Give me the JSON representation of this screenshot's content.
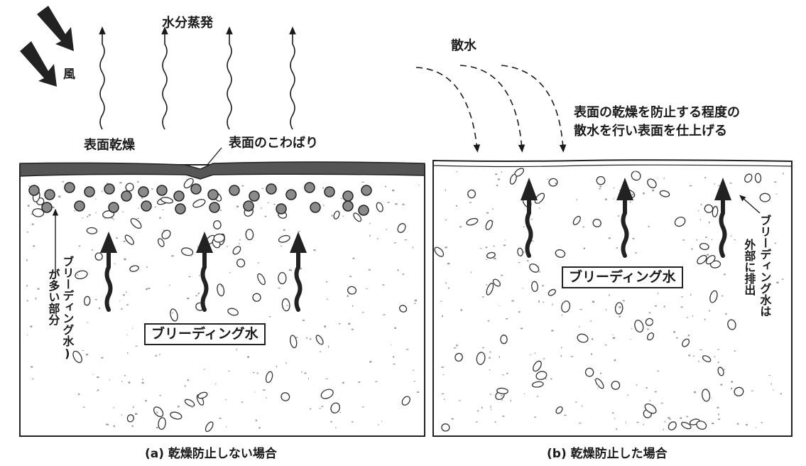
{
  "panel_a": {
    "evaporation_label": "水分蒸発",
    "wind_label": "風",
    "surface_drying_label": "表面乾燥",
    "surface_stiffening_label": "表面のこわばり",
    "bleeding_label": "ブリーディング水",
    "vertical_note_col1": "ブリーディング水)",
    "vertical_note_col2": "が多い部分",
    "caption": "(a) 乾燥防止しない場合"
  },
  "panel_b": {
    "sprinkling_label": "散水",
    "instruction_line1": "表面の乾燥を防止する程度の",
    "instruction_line2": "散水を行い表面を仕上げる",
    "bleeding_label": "ブリーディング水",
    "vertical_note_col1": "ブリーディング水は",
    "vertical_note_col2": "外部に排出",
    "caption": "(b) 乾燥防止した場合"
  }
}
